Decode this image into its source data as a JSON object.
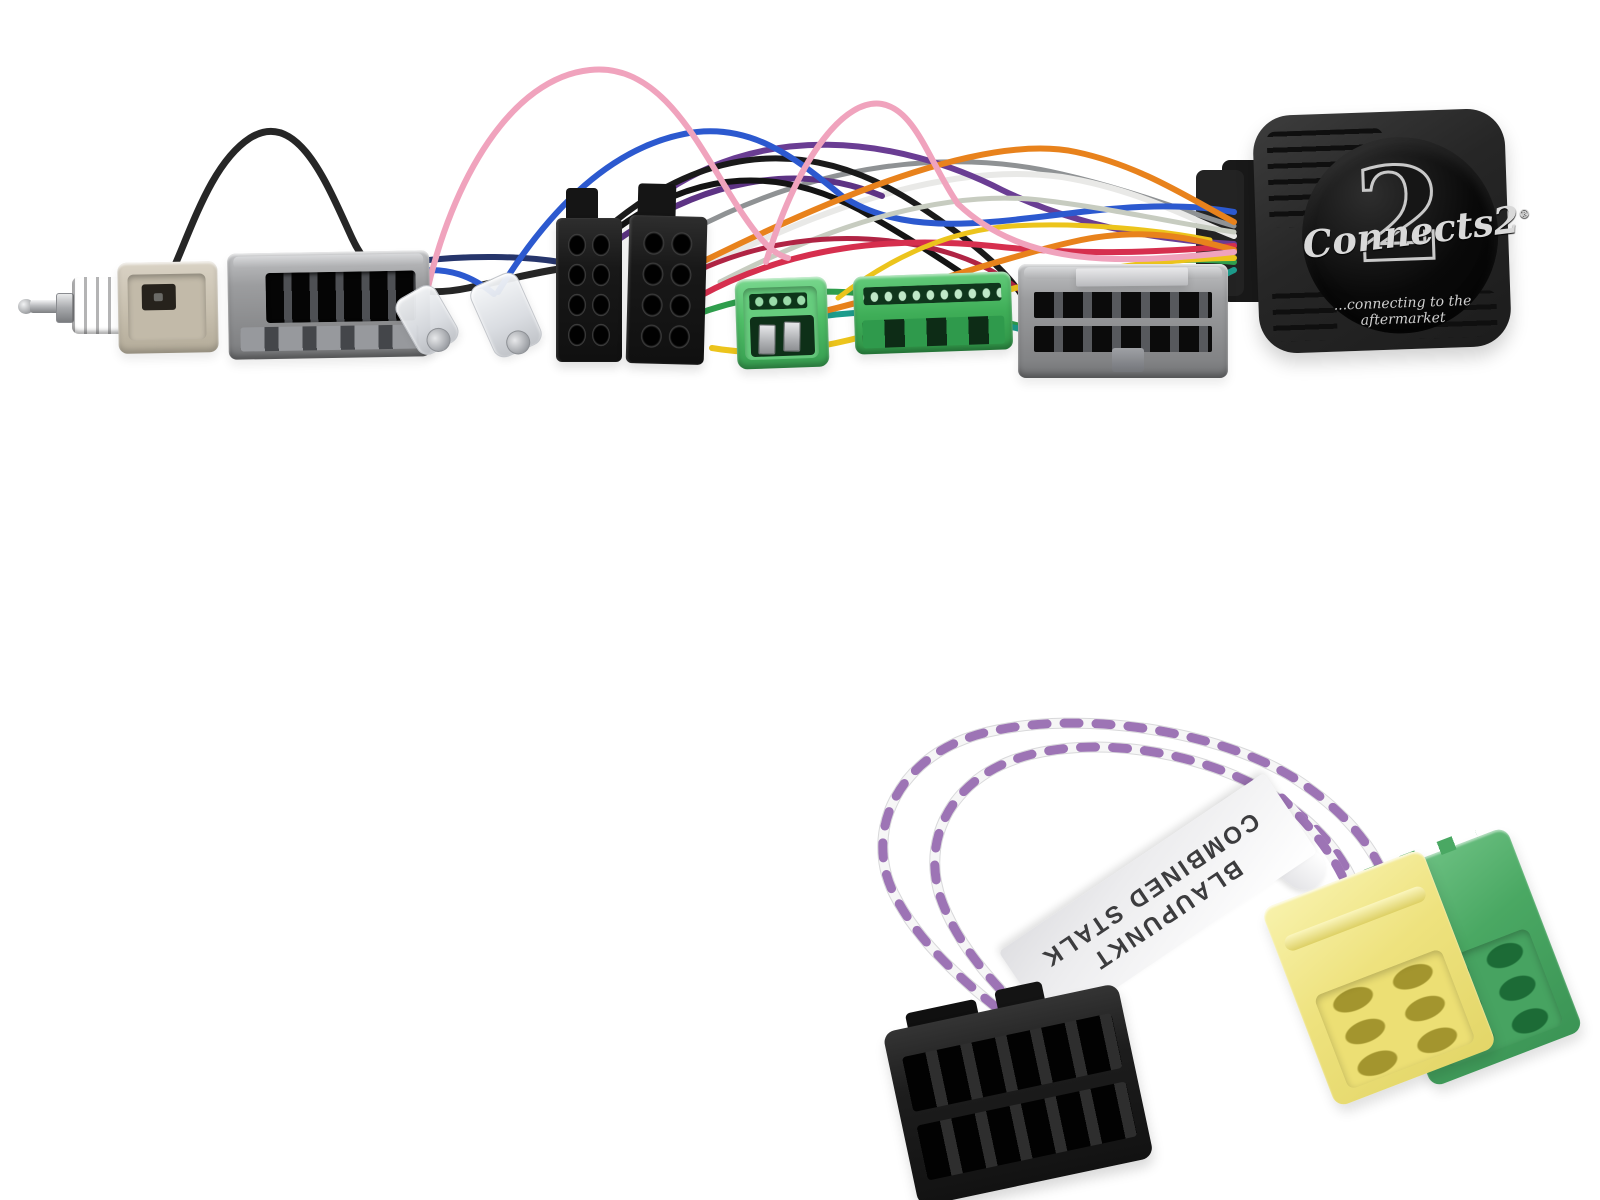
{
  "interface_box": {
    "brand_script": "Connects2",
    "brand_numeral": "2",
    "registered_mark": "®",
    "tagline": "...connecting to the aftermarket",
    "body_color": "#2b2b2b",
    "badge_color": "#070707",
    "logo_color": "#d9d9d9"
  },
  "patch_lead": {
    "label": {
      "line1": "BLAUPUNKT",
      "line2": "COMBINED STALK",
      "bg": "#f5f5f6",
      "text_color": "#3c3c3e"
    },
    "parts": [
      {
        "name": "molex-12pin-black",
        "color": "#1d1d1d"
      },
      {
        "name": "mini-iso-yellow",
        "color": "#eee27e"
      },
      {
        "name": "mini-iso-green",
        "color": "#4aa863"
      },
      {
        "name": "twisted-wire-purple",
        "color": "#9d74b5"
      },
      {
        "name": "twisted-wire-white",
        "color": "#f6f6f6"
      }
    ]
  },
  "top_harness": {
    "parts": [
      {
        "name": "din-aerial-plug",
        "color": "#b4b6b9"
      },
      {
        "name": "aerial-cable",
        "color": "#262626"
      },
      {
        "name": "beige-connector",
        "color": "#c7bfae"
      },
      {
        "name": "grey-vehicle-connector-left",
        "color": "#9c9d9f"
      },
      {
        "name": "bullet-terminal-1",
        "color": "#e9ebee"
      },
      {
        "name": "bullet-terminal-2",
        "color": "#e9ebee"
      },
      {
        "name": "iso-connector-1",
        "color": "#181818"
      },
      {
        "name": "iso-connector-2",
        "color": "#181818"
      },
      {
        "name": "green-connector-small",
        "color": "#4fbe67"
      },
      {
        "name": "green-connector-large",
        "color": "#3fae58"
      },
      {
        "name": "grey-vehicle-connector-right",
        "color": "#9c9d9f"
      },
      {
        "name": "steering-wheel-interface-box",
        "color": "#262626"
      }
    ],
    "wire_colors": [
      "#f0a3bd",
      "#2c59cf",
      "#6a3d93",
      "#1a1a1a",
      "#e8821c",
      "#e9e9e7",
      "#ecc41c",
      "#d62f4e",
      "#2f9e4d",
      "#1d9c8c",
      "#8f9294",
      "#b02444",
      "#26356b",
      "#c7ccc0"
    ]
  }
}
